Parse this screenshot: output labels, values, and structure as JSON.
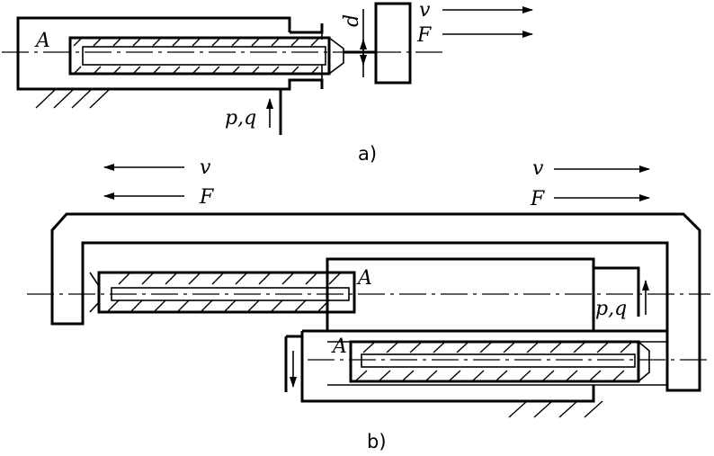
{
  "figure_a": {
    "caption": "a)",
    "label_A": "A",
    "label_d": "d",
    "label_v": "v",
    "label_F": "F",
    "label_pq": "p,q"
  },
  "figure_b": {
    "caption": "b)",
    "label_A_rod": "A",
    "label_A_lower": "A",
    "label_v_left": "v",
    "label_F_left": "F",
    "label_v_right": "v",
    "label_F_right": "F",
    "label_pq": "p,q"
  }
}
